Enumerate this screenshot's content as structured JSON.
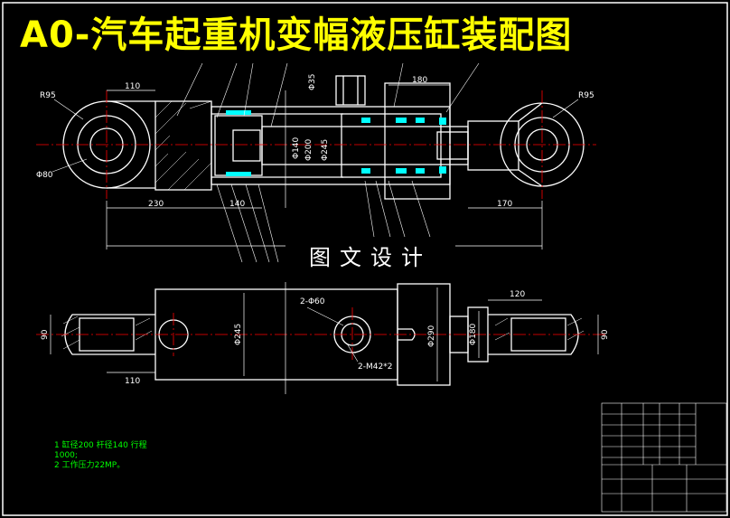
{
  "title": "A0-汽车起重机变幅液压缸装配图",
  "watermark": "图文设计",
  "notes": [
    "1  缸径200  杆径140  行程",
    "1000;",
    "2  工作压力22MP。"
  ],
  "dimensions": {
    "d110_top": "110",
    "d180": "180",
    "r95_left": "R95",
    "r95_right": "R95",
    "phi35": "Φ35",
    "phi140": "Φ140",
    "phi200": "Φ200",
    "phi245_top": "Φ245",
    "phi80": "Φ80",
    "d230": "230",
    "d140": "140",
    "d170": "170",
    "d90_left": "90",
    "d90_right": "90",
    "phi245_bottom": "Φ245",
    "hole_phi60": "2-Φ60",
    "thread_m42": "2-M42*2",
    "phi290": "Φ290",
    "phi180": "Φ180",
    "d120": "120",
    "d110_bottom": "110"
  },
  "colors": {
    "background": "#000000",
    "outline": "#ffffff",
    "title": "#ffff00",
    "centerline": "#ff0000",
    "seal": "#00ffff",
    "dimension": "#00ff00",
    "note": "#00ff00"
  }
}
